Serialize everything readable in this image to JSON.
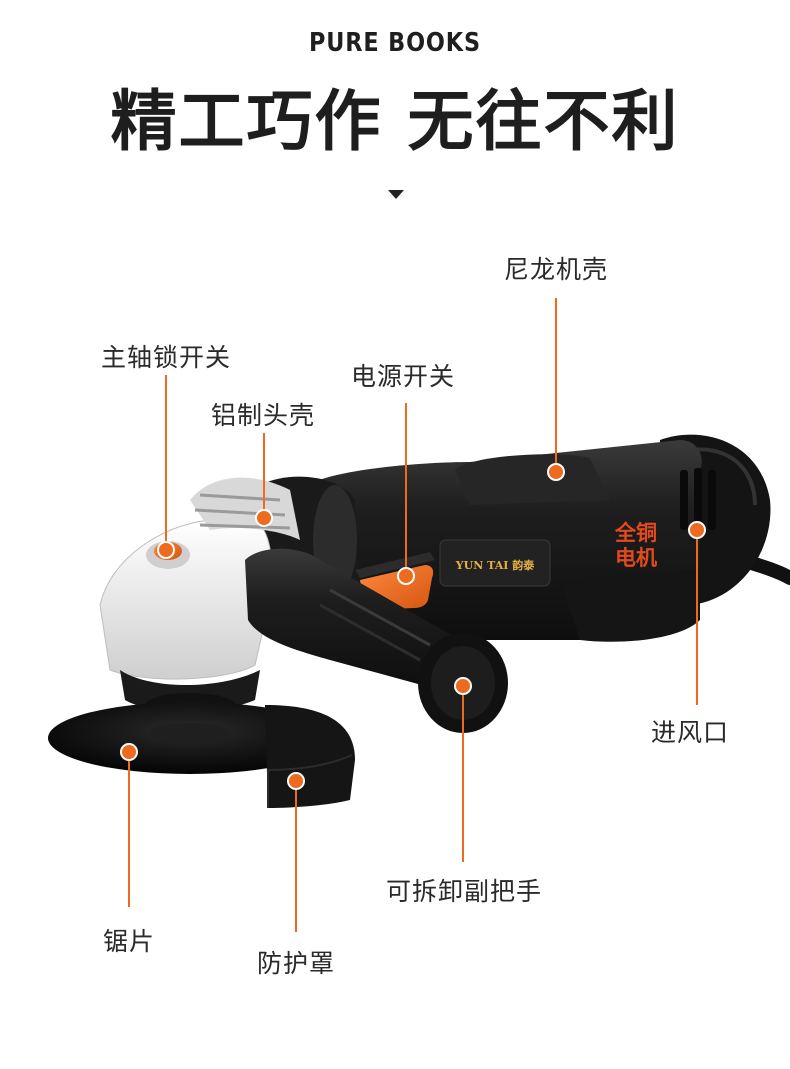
{
  "header": {
    "brand": "PURE BOOKS",
    "headline": "精工巧作 无往不利"
  },
  "product": {
    "logo_text": "YUN TAI 韵泰",
    "badge_line1": "全铜",
    "badge_line2": "电机"
  },
  "callouts": {
    "nylon_housing": "尼龙机壳",
    "spindle_lock": "主轴锁开关",
    "power_switch": "电源开关",
    "aluminum_head": "铝制头壳",
    "air_inlet": "进风口",
    "removable_handle": "可拆卸副把手",
    "saw_blade": "锯片",
    "guard": "防护罩"
  },
  "colors": {
    "accent": "#ee6a1f",
    "body_black": "#1c1c1c",
    "head_white": "#eeeeee",
    "text": "#2a2a2a"
  }
}
